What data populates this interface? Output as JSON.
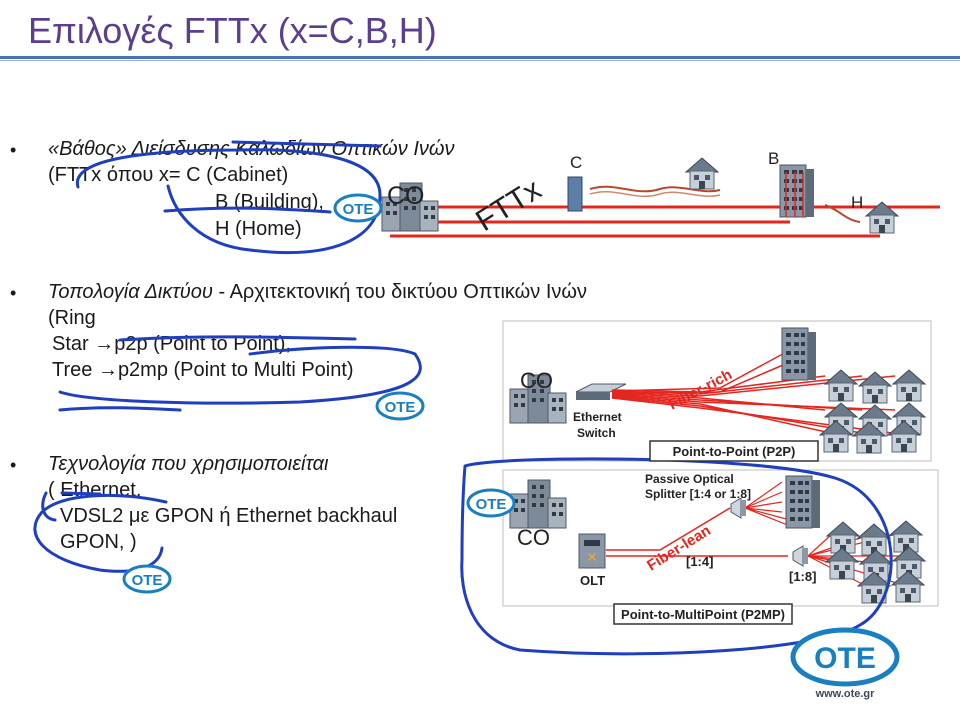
{
  "title": "Επιλογές FTTx (x=C,B,H)",
  "bullets": {
    "b1_l1": "«Βάθος» Διείσδυσης Καλωδίων Οπτικών Ινών",
    "b1_l2": "(FTTx όπου x= C (Cabinet)",
    "b1_l3": "B (Building),",
    "b1_l4": "H (Home)",
    "b2_l1_it": "Τοπολογία Δικτύου",
    "b2_l1_rest": " - Αρχιτεκτονική του δικτύου Οπτικών Ινών",
    "b2_l2": "(Ring",
    "b2_l3": "Star →p2p (Point to Point),",
    "b2_l4": "Tree →p2mp (Point to Multi Point)",
    "b3_l1": "Τεχνολογία που χρησιμοποιείται",
    "b3_l2": "( Ethernet,",
    "b3_l3": "VDSL2 με GPON ή Ethernet backhaul",
    "b3_l4": "GPON, )"
  },
  "top_diagram": {
    "co": "CO",
    "fttx": "FTTx",
    "c": "C",
    "b": "B",
    "h": "H"
  },
  "bottom_diagram": {
    "co_top": "CO",
    "co_bottom": "CO",
    "ethernet_switch_1": "Ethernet",
    "ethernet_switch_2": "Switch",
    "fiber_rich": "Fiber-rich",
    "p2p": "Point-to-Point (P2P)",
    "splitter_1": "Passive Optical",
    "splitter_2": "Splitter [1:4 or 1:8]",
    "fiber_lean": "Fiber-lean",
    "ratio_1_4": "[1:4]",
    "ratio_1_8": "[1:8]",
    "olt": "OLT",
    "p2mp": "Point-to-MultiPoint (P2MP)"
  },
  "logo": {
    "brand": "ΟΤΕ",
    "url": "www.ote.gr"
  },
  "colors": {
    "title": "#5b3f8e",
    "fiber": "#e5261f",
    "annotation": "#1f3fbf",
    "brand": "#1a7fc1"
  }
}
